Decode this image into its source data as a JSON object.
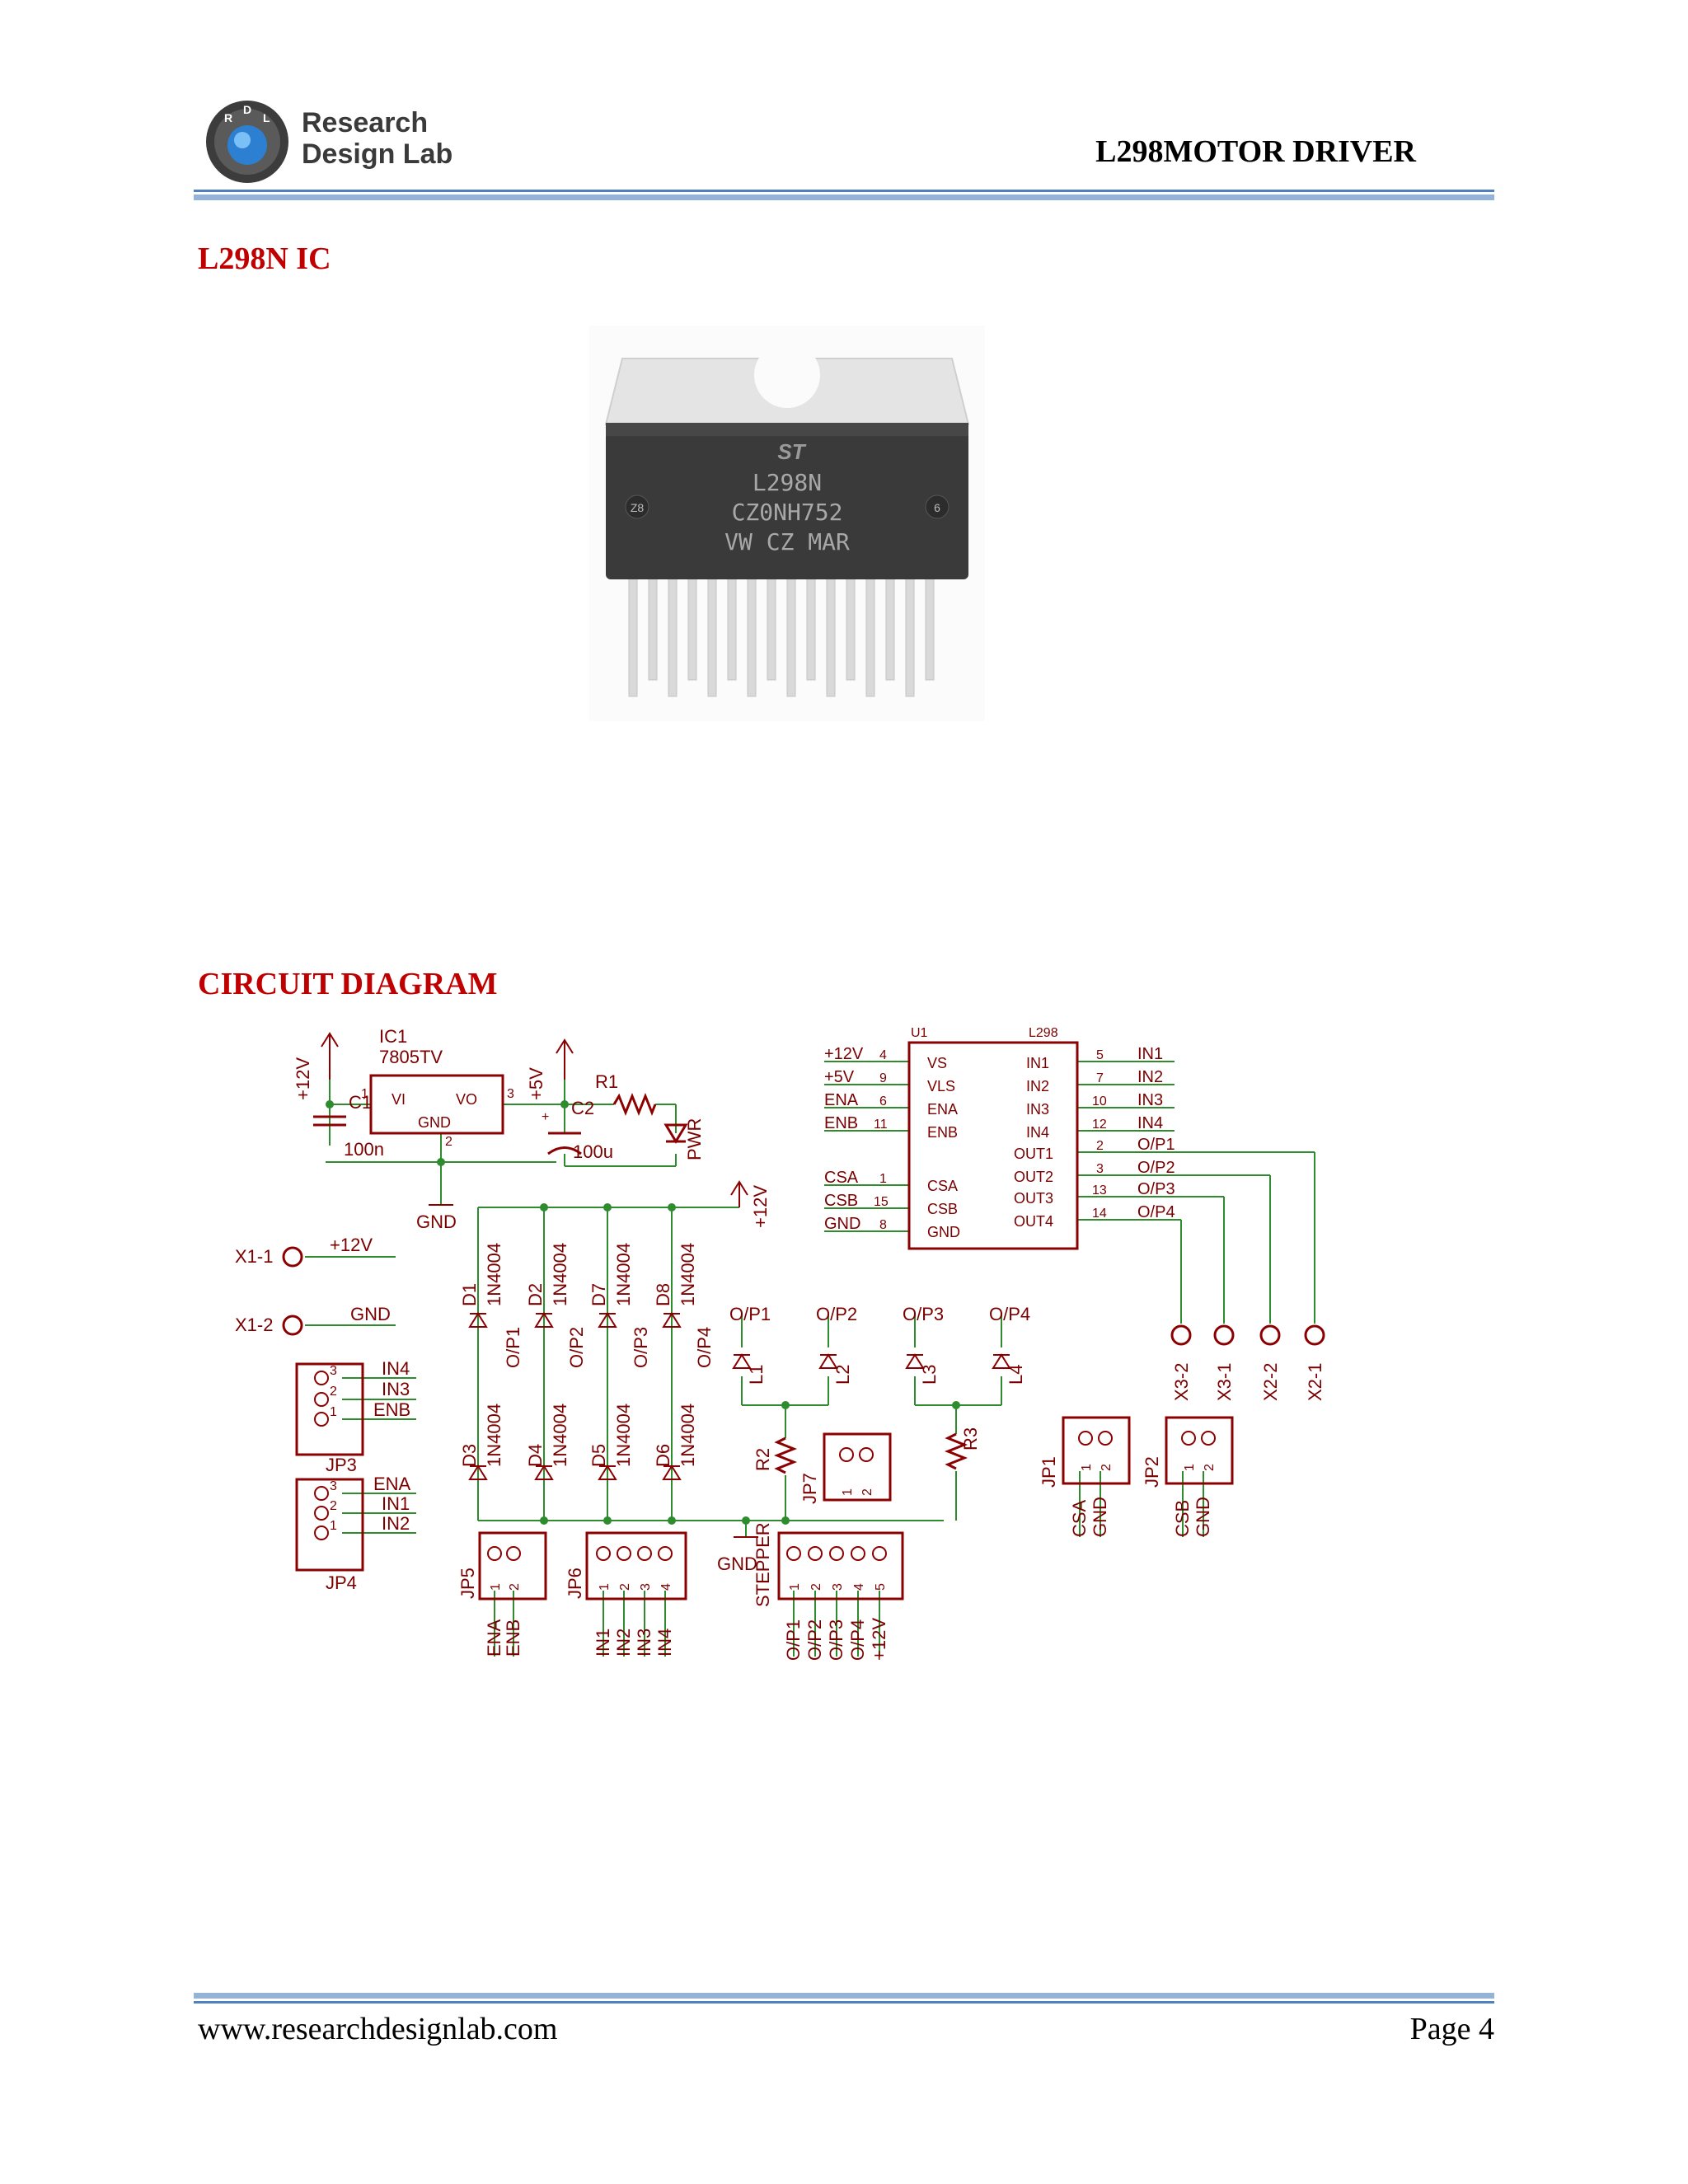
{
  "header": {
    "logo_line1": "Research",
    "logo_line2": "Design Lab",
    "logo_letters": [
      "R",
      "D",
      "L"
    ],
    "doc_title": "L298MOTOR DRIVER"
  },
  "sections": {
    "ic_heading": "L298N IC",
    "circuit_heading": "CIRCUIT DIAGRAM"
  },
  "ic_marking": {
    "line1": "L298N",
    "line2": "CZ0NH752",
    "line3": "VW CZ MAR",
    "left_code": "Z8",
    "right_code": "6",
    "logo": "ST"
  },
  "schematic": {
    "ic1": {
      "name": "IC1",
      "part": "7805TV",
      "vi": "VI",
      "vo": "VO",
      "gnd": "GND",
      "pin1": "1",
      "pin2": "2",
      "pin3": "3"
    },
    "supply": {
      "v12": "+12V",
      "v5": "+5V",
      "gnd": "GND"
    },
    "caps": {
      "c1": "C1",
      "c1_val": "100n",
      "c2": "C2",
      "c2_val": "100u",
      "plus": "+"
    },
    "r1": "R1",
    "pwr": "PWR",
    "u1": {
      "name": "U1",
      "part": "L298",
      "left_pins": [
        {
          "net": "+12V",
          "num": "4",
          "name": "VS"
        },
        {
          "net": "+5V",
          "num": "9",
          "name": "VLS"
        },
        {
          "net": "ENA",
          "num": "6",
          "name": "ENA"
        },
        {
          "net": "ENB",
          "num": "11",
          "name": "ENB"
        },
        {
          "net": "CSA",
          "num": "1",
          "name": "CSA"
        },
        {
          "net": "CSB",
          "num": "15",
          "name": "CSB"
        },
        {
          "net": "GND",
          "num": "8",
          "name": "GND"
        }
      ],
      "right_pins": [
        {
          "name": "IN1",
          "num": "5",
          "net": "IN1"
        },
        {
          "name": "IN2",
          "num": "7",
          "net": "IN2"
        },
        {
          "name": "IN3",
          "num": "10",
          "net": "IN3"
        },
        {
          "name": "IN4",
          "num": "12",
          "net": "IN4"
        },
        {
          "name": "OUT1",
          "num": "2",
          "net": "O/P1"
        },
        {
          "name": "OUT2",
          "num": "3",
          "net": "O/P2"
        },
        {
          "name": "OUT3",
          "num": "13",
          "net": "O/P3"
        },
        {
          "name": "OUT4",
          "num": "14",
          "net": "O/P4"
        }
      ]
    },
    "x1": [
      {
        "name": "X1-1",
        "net": "+12V"
      },
      {
        "name": "X1-2",
        "net": "GND"
      }
    ],
    "diodes_top": [
      {
        "ref": "D1",
        "part": "1N4004",
        "net": "O/P1"
      },
      {
        "ref": "D2",
        "part": "1N4004",
        "net": "O/P2"
      },
      {
        "ref": "D7",
        "part": "1N4004",
        "net": "O/P3"
      },
      {
        "ref": "D8",
        "part": "1N4004",
        "net": "O/P4"
      }
    ],
    "diodes_bottom": [
      {
        "ref": "D3",
        "part": "1N4004"
      },
      {
        "ref": "D4",
        "part": "1N4004"
      },
      {
        "ref": "D5",
        "part": "1N4004"
      },
      {
        "ref": "D6",
        "part": "1N4004"
      }
    ],
    "leds": [
      {
        "ref": "L1",
        "net": "O/P1"
      },
      {
        "ref": "L2",
        "net": "O/P2"
      },
      {
        "ref": "L3",
        "net": "O/P3"
      },
      {
        "ref": "L4",
        "net": "O/P4"
      }
    ],
    "r2": "R2",
    "r3": "R3",
    "v12_net": "+12V",
    "gnd_mid": "GND",
    "stepper": "STEPPER",
    "x_terms": [
      "X3-2",
      "X3-1",
      "X2-2",
      "X2-1"
    ],
    "jp3": {
      "name": "JP3",
      "pins": [
        {
          "num": "3",
          "net": "IN4"
        },
        {
          "num": "2",
          "net": "IN3"
        },
        {
          "num": "1",
          "net": "ENB"
        }
      ]
    },
    "jp4": {
      "name": "JP4",
      "pins": [
        {
          "num": "3",
          "net": "ENA"
        },
        {
          "num": "2",
          "net": "IN1"
        },
        {
          "num": "1",
          "net": "IN2"
        }
      ]
    },
    "jp5": {
      "name": "JP5",
      "pins": [
        "1",
        "2"
      ],
      "nets": [
        "ENA",
        "ENB"
      ]
    },
    "jp6": {
      "name": "JP6",
      "pins": [
        "1",
        "2",
        "3",
        "4"
      ],
      "nets": [
        "IN1",
        "IN2",
        "IN3",
        "IN4"
      ]
    },
    "jp7": {
      "name": "JP7",
      "pins": [
        "1",
        "2"
      ]
    },
    "jp8": {
      "pins": [
        "1",
        "2",
        "3",
        "4",
        "5"
      ],
      "nets": [
        "O/P1",
        "O/P2",
        "O/P3",
        "O/P4",
        "+12V"
      ]
    },
    "jp1": {
      "name": "JP1",
      "pins": [
        "1",
        "2"
      ],
      "nets": [
        "CSA",
        "GND"
      ]
    },
    "jp2": {
      "name": "JP2",
      "pins": [
        "1",
        "2"
      ],
      "nets": [
        "CSB",
        "GND"
      ]
    }
  },
  "footer": {
    "url": "www.researchdesignlab.com",
    "page": "Page 4"
  }
}
